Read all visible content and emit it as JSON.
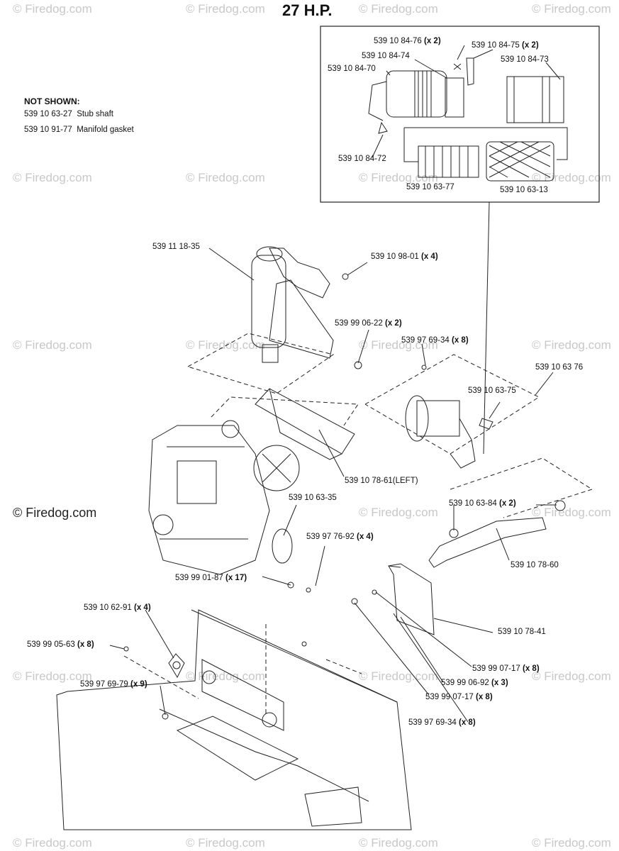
{
  "title": "27 H.P.",
  "not_shown": {
    "heading": "NOT SHOWN:",
    "items": [
      {
        "part": "539 10 63-27",
        "desc": "Stub shaft"
      },
      {
        "part": "539 10 91-77",
        "desc": "Manifold gasket"
      }
    ]
  },
  "watermark": "© Firedog.com",
  "watermark_short": "© Firedog.com",
  "callouts": [
    {
      "id": "c1",
      "part": "539 10 84-76",
      "qty": "(x 2)"
    },
    {
      "id": "c2",
      "part": "539 10 84-75",
      "qty": "(x 2)"
    },
    {
      "id": "c3",
      "part": "539 10 84-74",
      "qty": ""
    },
    {
      "id": "c4",
      "part": "539 10 84-73",
      "qty": ""
    },
    {
      "id": "c5",
      "part": "539 10 84-70",
      "qty": ""
    },
    {
      "id": "c6",
      "part": "539 10 84-72",
      "qty": ""
    },
    {
      "id": "c7",
      "part": "539 10 63-77",
      "qty": ""
    },
    {
      "id": "c8",
      "part": "539 10 63-13",
      "qty": ""
    },
    {
      "id": "c9",
      "part": "539 11 18-35",
      "qty": ""
    },
    {
      "id": "c10",
      "part": "539 10 98-01",
      "qty": "(x 4)"
    },
    {
      "id": "c11",
      "part": "539 99 06-22",
      "qty": "(x 2)"
    },
    {
      "id": "c12",
      "part": "539 97 69-34",
      "qty": "(x 8)"
    },
    {
      "id": "c13",
      "part": "539 10 63 76",
      "qty": ""
    },
    {
      "id": "c14",
      "part": "539 10 63-75",
      "qty": ""
    },
    {
      "id": "c15",
      "part": "539 10 78-61(LEFT)",
      "qty": ""
    },
    {
      "id": "c16",
      "part": "539 10 63-35",
      "qty": ""
    },
    {
      "id": "c17",
      "part": "539 10 63-84",
      "qty": "(x 2)"
    },
    {
      "id": "c18",
      "part": "539 97 76-92",
      "qty": "(x 4)"
    },
    {
      "id": "c19",
      "part": "539 10 78-60",
      "qty": ""
    },
    {
      "id": "c20",
      "part": "539 99 01-87",
      "qty": "(x 17)"
    },
    {
      "id": "c21",
      "part": "539 10 62-91",
      "qty": "(x 4)"
    },
    {
      "id": "c22",
      "part": "539 10 78-41",
      "qty": ""
    },
    {
      "id": "c23",
      "part": "539 99 05-63",
      "qty": "(x 8)"
    },
    {
      "id": "c24",
      "part": "539 99 07-17",
      "qty": "(x 8)"
    },
    {
      "id": "c25",
      "part": "539 97 69-79",
      "qty": "(x 9)"
    },
    {
      "id": "c26",
      "part": "539 99 06-92",
      "qty": "(x 3)"
    },
    {
      "id": "c27",
      "part": "539 99 07-17",
      "qty": "(x 8)"
    },
    {
      "id": "c28",
      "part": "539 97 69-34",
      "qty": "(x 8)"
    }
  ]
}
